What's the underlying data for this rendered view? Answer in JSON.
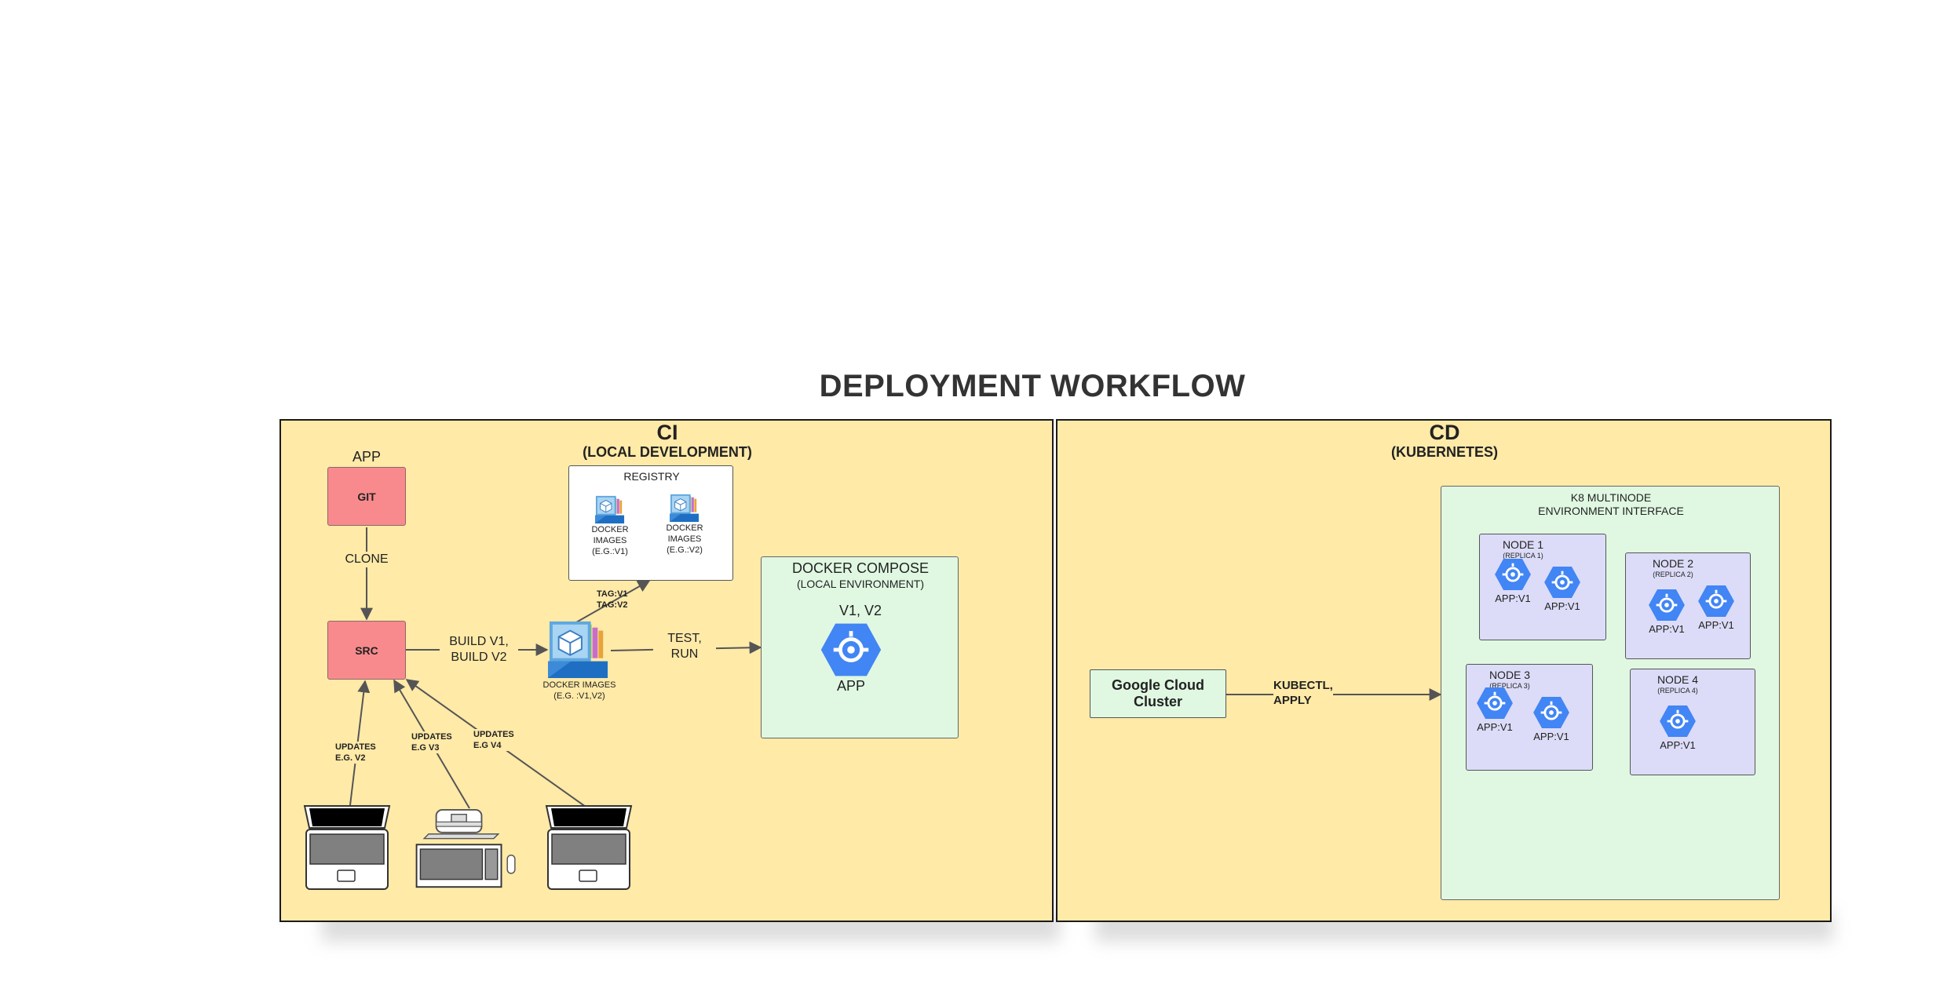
{
  "title": "DEPLOYMENT WORKFLOW",
  "colors": {
    "panel_fill": "#ffeaa8",
    "source_box": "#f88a8d",
    "environment_box": "#e0f8e2",
    "node_box": "#dcdcf8",
    "app_hexagon": "#4285f4",
    "docker_blue": "#1e6fc4"
  },
  "ci": {
    "title": "CI",
    "subtitle": "(LOCAL DEVELOPMENT)",
    "app_label": "APP",
    "git_label": "GIT",
    "clone_label": "CLONE",
    "src_label": "SRC",
    "build_label_1": "BUILD V1,",
    "build_label_2": "BUILD V2",
    "registry": {
      "title": "REGISTRY",
      "images": [
        {
          "line1": "DOCKER",
          "line2": "IMAGES",
          "line3": "(E.G.:V1)",
          "icon": "docker-image-icon"
        },
        {
          "line1": "DOCKER",
          "line2": "IMAGES",
          "line3": "(E.G.:V2)",
          "icon": "docker-image-icon"
        }
      ]
    },
    "tag_label_1": "TAG:V1",
    "tag_label_2": "TAG:V2",
    "docker_images_1": "DOCKER IMAGES",
    "docker_images_2": "(E.G. :V1,V2)",
    "test_label_1": "TEST,",
    "test_label_2": "RUN",
    "compose": {
      "title": "DOCKER COMPOSE",
      "subtitle": "(LOCAL ENVIRONMENT)",
      "versions": "V1, V2",
      "app_label": "APP"
    },
    "updates": [
      {
        "line1": "UPDATES",
        "line2": "E.G. V2",
        "device": "laptop-icon"
      },
      {
        "line1": "UPDATES",
        "line2": "E.G V3",
        "device": "desktop-computer-icon"
      },
      {
        "line1": "UPDATES",
        "line2": "E.G V4",
        "device": "laptop-icon"
      }
    ]
  },
  "cd": {
    "title": "CD",
    "subtitle": "(KUBERNETES)",
    "cluster_line1": "Google Cloud",
    "cluster_line2": "Cluster",
    "kubectl_line1": "KUBECTL,",
    "kubectl_line2": "APPLY",
    "k8_title_1": "K8 MULTINODE",
    "k8_title_2": "ENVIRONMENT INTERFACE",
    "nodes": [
      {
        "name": "NODE 1",
        "replica": "(REPLICA 1)",
        "apps": [
          "APP:V1",
          "APP:V1"
        ]
      },
      {
        "name": "NODE 2",
        "replica": "(REPLICA 2)",
        "apps": [
          "APP:V1",
          "APP:V1"
        ]
      },
      {
        "name": "NODE 3",
        "replica": "(REPLICA 3)",
        "apps": [
          "APP:V1",
          "APP:V1"
        ]
      },
      {
        "name": "NODE 4",
        "replica": "(REPLICA 4)",
        "apps": [
          "APP:V1"
        ]
      }
    ]
  }
}
